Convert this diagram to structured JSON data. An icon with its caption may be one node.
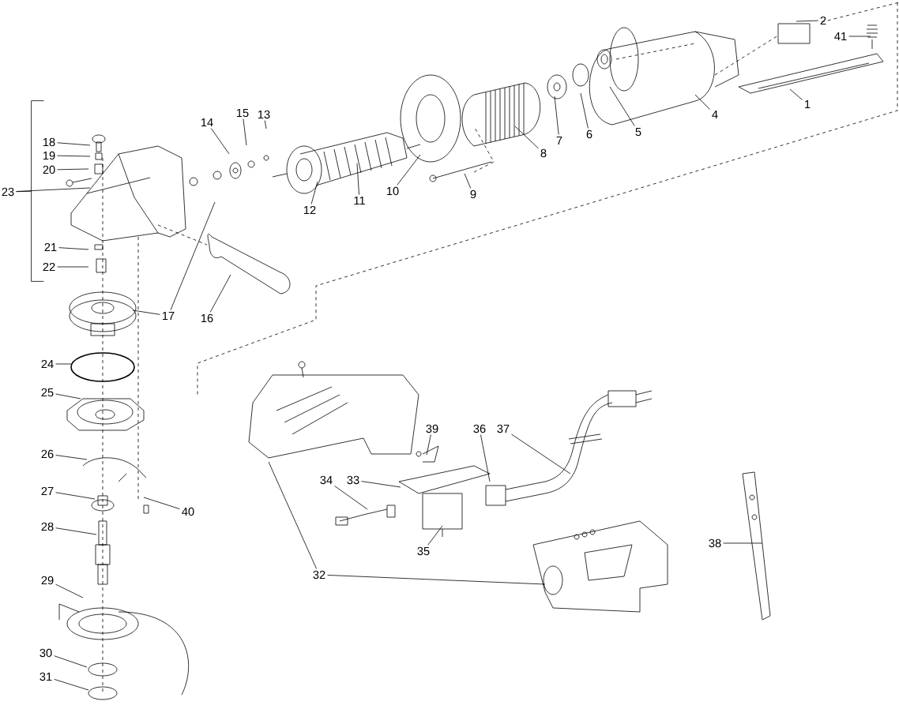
{
  "diagram": {
    "nodes": [
      {
        "text": [
          "1"
        ]
      },
      {
        "text": [
          "2"
        ]
      },
      {
        "text": [
          "4"
        ]
      },
      {
        "text": [
          "5"
        ]
      },
      {
        "text": [
          "6"
        ]
      },
      {
        "text": [
          "7"
        ]
      },
      {
        "text": [
          "8"
        ]
      },
      {
        "text": [
          "9"
        ]
      },
      {
        "text": [
          "10"
        ]
      },
      {
        "text": [
          "11"
        ]
      },
      {
        "text": [
          "12"
        ]
      },
      {
        "text": [
          "13"
        ]
      },
      {
        "text": [
          "14"
        ]
      },
      {
        "text": [
          "15"
        ]
      },
      {
        "text": [
          "16"
        ]
      },
      {
        "text": [
          "17"
        ]
      },
      {
        "text": [
          "18"
        ]
      },
      {
        "text": [
          "19"
        ]
      },
      {
        "text": [
          "20"
        ]
      },
      {
        "text": [
          "21"
        ]
      },
      {
        "text": [
          "22"
        ]
      },
      {
        "text": [
          "23"
        ]
      },
      {
        "text": [
          "24"
        ]
      },
      {
        "text": [
          "25"
        ]
      },
      {
        "text": [
          "26"
        ]
      },
      {
        "text": [
          "27"
        ]
      },
      {
        "text": [
          "28"
        ]
      },
      {
        "text": [
          "29"
        ]
      },
      {
        "text": [
          "30"
        ]
      },
      {
        "text": [
          "31"
        ]
      },
      {
        "text": [
          "32"
        ]
      },
      {
        "text": [
          "33"
        ]
      },
      {
        "text": [
          "34"
        ]
      },
      {
        "text": [
          "35"
        ]
      },
      {
        "text": [
          "36"
        ]
      },
      {
        "text": [
          "37"
        ]
      },
      {
        "text": [
          "38"
        ]
      },
      {
        "text": [
          "39"
        ]
      },
      {
        "text": [
          "40"
        ]
      },
      {
        "text": [
          "41"
        ]
      },
      {
        "text": [],
        "shape": "bracket"
      }
    ],
    "edges": [
      {
        "from": 0,
        "to": null,
        "arrow": "none"
      },
      {
        "from": 1,
        "to": null,
        "arrow": "none"
      },
      {
        "from": 2,
        "to": null,
        "arrow": "none"
      },
      {
        "from": 3,
        "to": null,
        "arrow": "none"
      },
      {
        "from": 4,
        "to": null,
        "arrow": "none"
      },
      {
        "from": 5,
        "to": null,
        "arrow": "none"
      },
      {
        "from": 6,
        "to": null,
        "arrow": "none"
      },
      {
        "from": 7,
        "to": null,
        "arrow": "none"
      },
      {
        "from": 8,
        "to": null,
        "arrow": "none"
      },
      {
        "from": 9,
        "to": null,
        "arrow": "none"
      },
      {
        "from": 10,
        "to": null,
        "arrow": "none"
      },
      {
        "from": 11,
        "to": null,
        "arrow": "none"
      },
      {
        "from": 12,
        "to": null,
        "arrow": "none"
      },
      {
        "from": 13,
        "to": null,
        "arrow": "none"
      },
      {
        "from": 14,
        "to": null,
        "arrow": "none"
      },
      {
        "from": 15,
        "to": null,
        "arrow": "none"
      },
      {
        "from": 15,
        "to": null,
        "arrow": "none"
      },
      {
        "from": 16,
        "to": null,
        "arrow": "none"
      },
      {
        "from": 17,
        "to": null,
        "arrow": "none"
      },
      {
        "from": 18,
        "to": null,
        "arrow": "none"
      },
      {
        "from": 19,
        "to": null,
        "arrow": "none"
      },
      {
        "from": 20,
        "to": null,
        "arrow": "none"
      },
      {
        "from": 21,
        "to": null,
        "arrow": "none"
      },
      {
        "from": 21,
        "to": 40,
        "arrow": "none"
      },
      {
        "from": 22,
        "to": null,
        "arrow": "none"
      },
      {
        "from": 23,
        "to": null,
        "arrow": "none"
      },
      {
        "from": 24,
        "to": null,
        "arrow": "none"
      },
      {
        "from": 25,
        "to": null,
        "arrow": "none"
      },
      {
        "from": 26,
        "to": null,
        "arrow": "none"
      },
      {
        "from": 27,
        "to": null,
        "arrow": "none"
      },
      {
        "from": 28,
        "to": null,
        "arrow": "none"
      },
      {
        "from": 29,
        "to": null,
        "arrow": "none"
      },
      {
        "from": 30,
        "to": null,
        "arrow": "none"
      },
      {
        "from": 30,
        "to": null,
        "arrow": "none"
      },
      {
        "from": 31,
        "to": null,
        "arrow": "none"
      },
      {
        "from": 32,
        "to": null,
        "arrow": "none"
      },
      {
        "from": 33,
        "to": null,
        "arrow": "none"
      },
      {
        "from": 34,
        "to": null,
        "arrow": "none"
      },
      {
        "from": 35,
        "to": null,
        "arrow": "none"
      },
      {
        "from": 36,
        "to": null,
        "arrow": "none"
      },
      {
        "from": 37,
        "to": null,
        "arrow": "none"
      },
      {
        "from": 38,
        "to": null,
        "arrow": "none"
      },
      {
        "from": 39,
        "to": null,
        "arrow": "none"
      }
    ]
  }
}
